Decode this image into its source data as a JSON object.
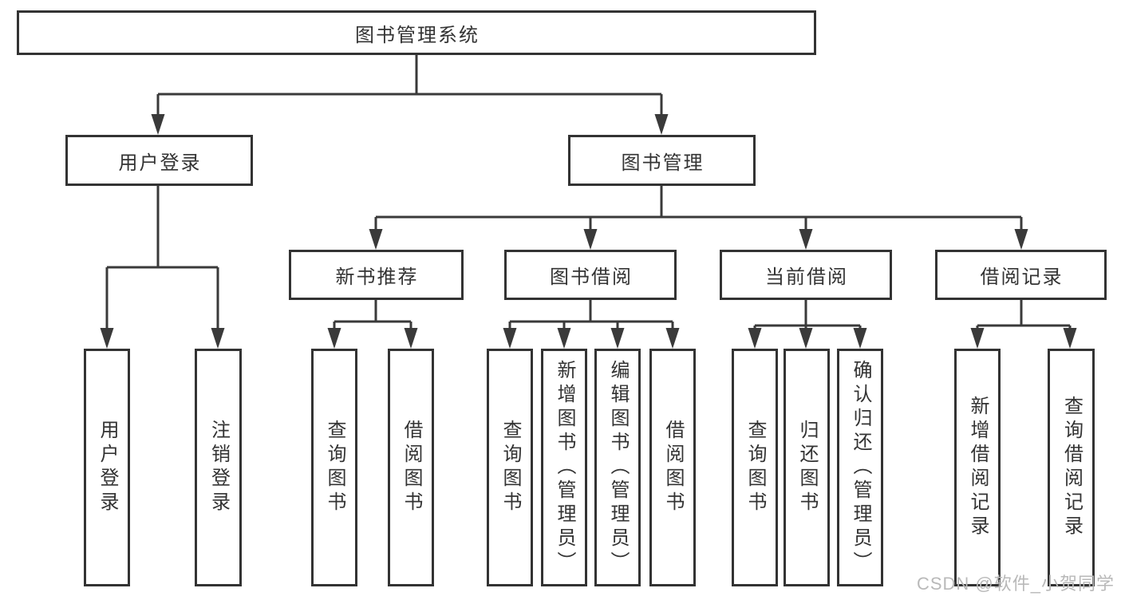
{
  "diagram": {
    "root": {
      "label": "图书管理系统"
    },
    "branches": [
      {
        "label": "用户登录",
        "children": [
          {
            "label": "用户登录"
          },
          {
            "label": "注销登录"
          }
        ]
      },
      {
        "label": "图书管理",
        "groups": [
          {
            "label": "新书推荐",
            "children": [
              {
                "label": "查询图书"
              },
              {
                "label": "借阅图书"
              }
            ]
          },
          {
            "label": "图书借阅",
            "children": [
              {
                "label": "查询图书"
              },
              {
                "label": "新增图书（管理员）"
              },
              {
                "label": "编辑图书（管理员）"
              },
              {
                "label": "借阅图书"
              }
            ]
          },
          {
            "label": "当前借阅",
            "children": [
              {
                "label": "查询图书"
              },
              {
                "label": "归还图书"
              },
              {
                "label": "确认归还（管理员）"
              }
            ]
          },
          {
            "label": "借阅记录",
            "children": [
              {
                "label": "新增借阅记录"
              },
              {
                "label": "查询借阅记录"
              }
            ]
          }
        ]
      }
    ]
  },
  "watermark": {
    "text": "CSDN @软件_小贺同学"
  },
  "colors": {
    "line": "#3a3a3a",
    "box_border": "#333333",
    "text": "#333333",
    "bg": "#ffffff",
    "watermark": "#b9b9b9"
  }
}
